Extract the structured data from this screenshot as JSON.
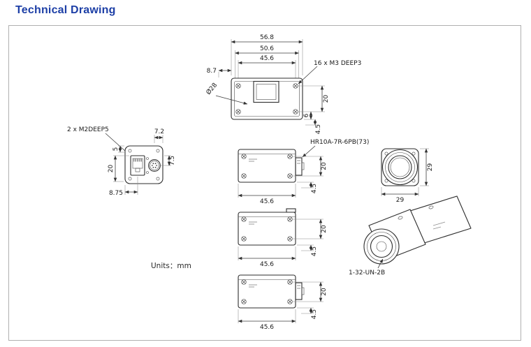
{
  "page": {
    "title": "Technical Drawing",
    "units_label": "Units：mm"
  },
  "colors": {
    "title_blue": "#1d3fa6",
    "drawing_line": "#2e2e2e",
    "frame_border": "#b0b0b0"
  },
  "views": {
    "top": {
      "dim_outer_width": "56.8",
      "dim_mid_width": "50.6",
      "dim_screw_spacing": "45.6",
      "dim_left_offset": "8.7",
      "lens_diameter": "Ø28",
      "screw_callout": "16 x M3 DEEP3",
      "dim_screw_rows": "20",
      "dim_edge": "6",
      "dim_bottom_offset": "4.5"
    },
    "back": {
      "screw_callout": "2 x M2DEEP5",
      "dim_connector_offset": "7.2",
      "dim_top_offset": "5",
      "dim_connector_height": "20",
      "dim_side_offset": "7.5",
      "dim_bottom_offset": "8.75"
    },
    "side_top": {
      "connector_callout": "HR10A-7R-6PB(73)",
      "dim_height": "20",
      "dim_bottom_offset": "4.5",
      "dim_length": "45.6"
    },
    "front": {
      "dim_height": "29",
      "dim_width": "29"
    },
    "side_middle": {
      "dim_height": "20",
      "dim_bottom_offset": "4.5",
      "dim_length": "45.6"
    },
    "side_bottom": {
      "dim_height": "20",
      "dim_bottom_offset": "4.5",
      "dim_length": "45.6"
    },
    "iso": {
      "thread_callout": "1-32-UN-2B"
    }
  }
}
